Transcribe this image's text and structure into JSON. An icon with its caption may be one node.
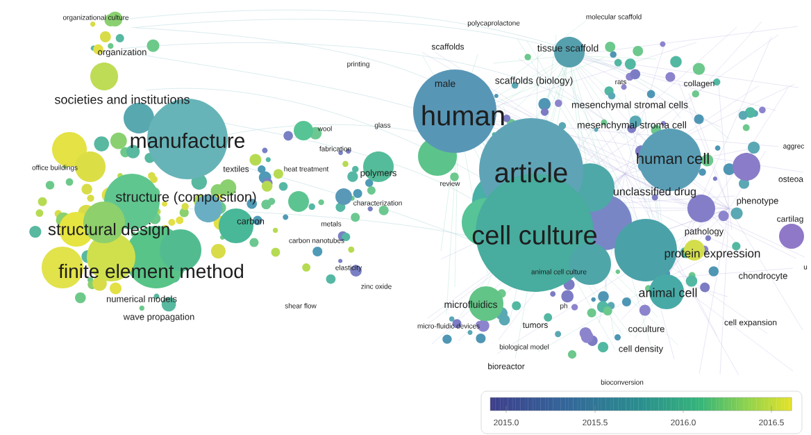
{
  "diagram": {
    "labels": [
      "organizational culture",
      "organization",
      "printing",
      "societies and institutions",
      "manufacture",
      "wool",
      "glass",
      "fabrication",
      "office buildings",
      "textiles",
      "heat treatment",
      "polymers",
      "review",
      "structure (composition)",
      "characterization",
      "carbon",
      "metals",
      "structural design",
      "carbon nanotubes",
      "finite element method",
      "elasticity",
      "zinc oxide",
      "numerical models",
      "shear flow",
      "wave propagation",
      "polycaprolactone",
      "molecular scaffold",
      "scaffolds",
      "tissue scaffold",
      "male",
      "scaffolds (biology)",
      "rats",
      "collagen",
      "human",
      "mesenchymal stromal cells",
      "mesenchymal stroma cell",
      "aggrec",
      "human cell",
      "article",
      "osteoa",
      "unclassified drug",
      "phenotype",
      "cartilag",
      "cell culture",
      "pathology",
      "protein expression",
      "chondrocyte",
      "u",
      "animal cell culture",
      "microfluidics",
      "animal cell",
      "ph",
      "micro-fluidic devices",
      "tumors",
      "coculture",
      "cell expansion",
      "biological model",
      "cell density",
      "bioreactor",
      "bioconversion",
      "2015.0",
      "2015.5",
      "2016.0",
      "2016.5"
    ]
  }
}
